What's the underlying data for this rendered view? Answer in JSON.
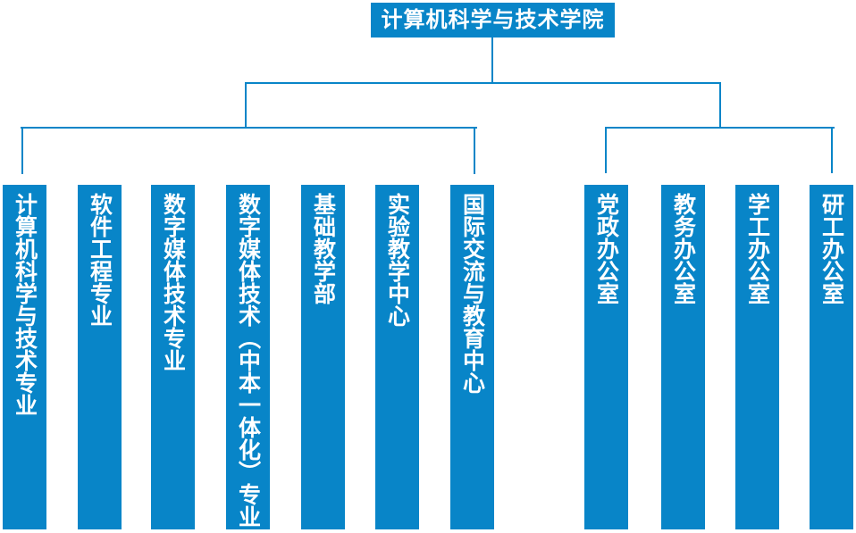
{
  "org": {
    "root": "计算机科学与技术学院",
    "left_group": [
      "计算机科学与技术专业",
      "软件工程专业",
      "数字媒体技术专业",
      "数字媒体技术（中本一体化）专业",
      "基础教学部",
      "实验教学中心",
      "国际交流与教育中心"
    ],
    "right_group": [
      "党政办公室",
      "教务办公室",
      "学工办公室",
      "研工办公室"
    ],
    "colors": {
      "node_fill": "#0885C8",
      "connector": "#0885C8",
      "node_text": "#ffffff",
      "background": "#ffffff"
    }
  }
}
